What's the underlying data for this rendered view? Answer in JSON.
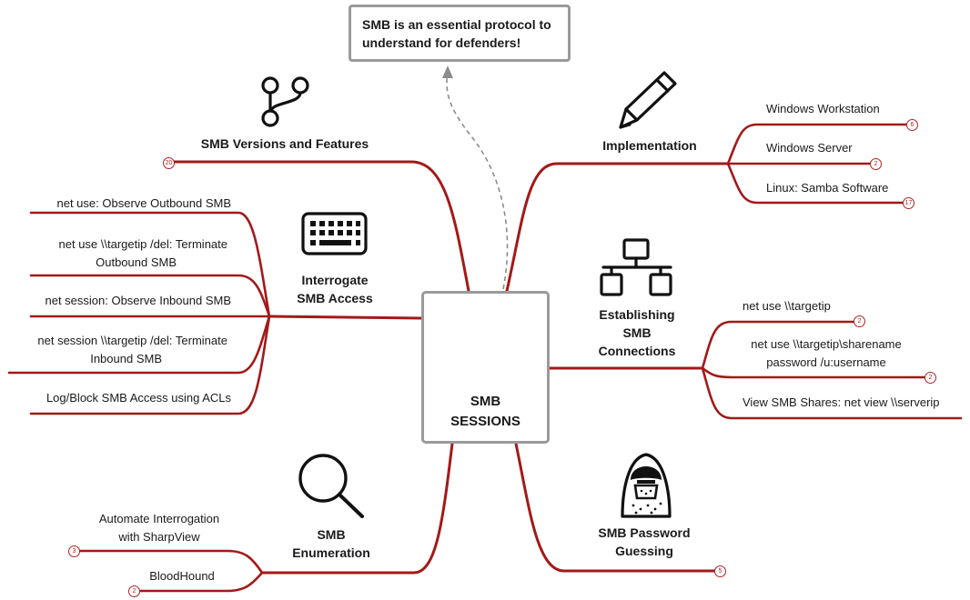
{
  "callout": {
    "text_line1": "SMB is an essential protocol to",
    "text_line2": "understand for defenders!"
  },
  "center": {
    "line1": "SMB",
    "line2": "SESSIONS",
    "icon": "folder-icon"
  },
  "branches": {
    "versions": {
      "title": "SMB Versions and Features",
      "badge": "20",
      "icon": "git-branch-icon"
    },
    "interrogate": {
      "title_line1": "Interrogate",
      "title_line2": "SMB Access",
      "icon": "keyboard-icon",
      "children": [
        {
          "line1": "net use: Observe Outbound SMB"
        },
        {
          "line1": "net use \\\\targetip /del: Terminate",
          "line2": "Outbound SMB"
        },
        {
          "line1": "net session: Observe Inbound SMB"
        },
        {
          "line1": "net session \\\\targetip /del: Terminate",
          "line2": "Inbound SMB"
        },
        {
          "line1": "Log/Block SMB Access using ACLs"
        }
      ]
    },
    "enumeration": {
      "title_line1": "SMB",
      "title_line2": "Enumeration",
      "icon": "magnifier-icon",
      "children": [
        {
          "line1": "Automate Interrogation",
          "line2": "with SharpView",
          "badge": "3"
        },
        {
          "line1": "BloodHound",
          "badge": "2"
        }
      ]
    },
    "implementation": {
      "title": "Implementation",
      "icon": "pencil-icon",
      "children": [
        {
          "line1": "Windows Workstation",
          "badge": "6"
        },
        {
          "line1": "Windows Server",
          "badge": "2"
        },
        {
          "line1": "Linux: Samba Software",
          "badge": "17"
        }
      ]
    },
    "connections": {
      "title_line1": "Establishing",
      "title_line2": "SMB",
      "title_line3": "Connections",
      "icon": "network-icon",
      "children": [
        {
          "line1": "net use \\\\targetip",
          "badge": "2"
        },
        {
          "line1": "net use \\\\targetip\\sharename",
          "line2": "password /u:username",
          "badge": "2"
        },
        {
          "line1": "View SMB Shares: net view \\\\serverip"
        }
      ]
    },
    "guessing": {
      "title_line1": "SMB Password",
      "title_line2": "Guessing",
      "badge": "5",
      "icon": "hacker-icon"
    }
  },
  "colors": {
    "branch": "#a31919",
    "box_border": "#9a9a9a",
    "badge": "#b22222"
  }
}
